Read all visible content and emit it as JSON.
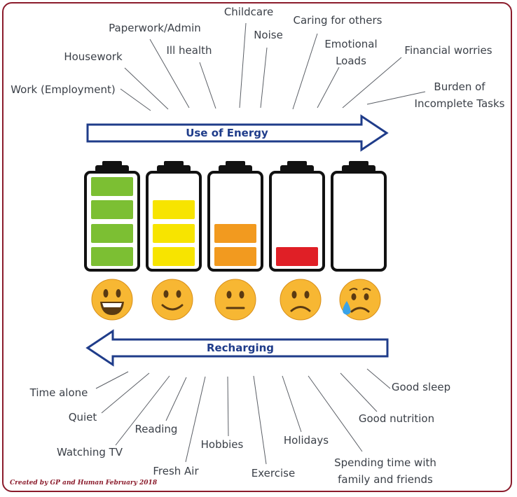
{
  "colors": {
    "border": "#8b1c2c",
    "arrow": "#1f3c8a",
    "green": "#7cbf33",
    "yellow": "#f7e400",
    "orange": "#f29a1f",
    "red": "#e01f26",
    "battery_outline": "#111111",
    "emoji_face": "#f7b733"
  },
  "use_arrow": {
    "label": "Use of Energy",
    "direction": "right"
  },
  "recharge_arrow": {
    "label": "Recharging",
    "direction": "left"
  },
  "drains": [
    {
      "lines": [
        "Work (Employment)"
      ]
    },
    {
      "lines": [
        "Housework"
      ]
    },
    {
      "lines": [
        "Paperwork/Admin"
      ]
    },
    {
      "lines": [
        "Ill health"
      ]
    },
    {
      "lines": [
        "Childcare"
      ]
    },
    {
      "lines": [
        "Noise"
      ]
    },
    {
      "lines": [
        "Caring for others"
      ]
    },
    {
      "lines": [
        "Emotional",
        "Loads"
      ]
    },
    {
      "lines": [
        "Financial worries"
      ]
    },
    {
      "lines": [
        "Burden of",
        "Incomplete Tasks"
      ]
    }
  ],
  "rechargers": [
    {
      "lines": [
        "Time alone"
      ]
    },
    {
      "lines": [
        "Quiet"
      ]
    },
    {
      "lines": [
        "Watching TV"
      ]
    },
    {
      "lines": [
        "Reading"
      ]
    },
    {
      "lines": [
        "Fresh Air"
      ]
    },
    {
      "lines": [
        "Hobbies"
      ]
    },
    {
      "lines": [
        "Exercise"
      ]
    },
    {
      "lines": [
        "Holidays"
      ]
    },
    {
      "lines": [
        "Spending time with",
        "family and friends"
      ]
    },
    {
      "lines": [
        "Good nutrition"
      ]
    },
    {
      "lines": [
        "Good sleep"
      ]
    }
  ],
  "batteries": [
    {
      "filled": 4,
      "color": "green",
      "emoji": "grinning-face"
    },
    {
      "filled": 3,
      "color": "yellow",
      "emoji": "slightly-smiling-face"
    },
    {
      "filled": 2,
      "color": "orange",
      "emoji": "neutral-face"
    },
    {
      "filled": 1,
      "color": "red",
      "emoji": "slightly-frowning-face"
    },
    {
      "filled": 0,
      "color": "none",
      "emoji": "crying-face"
    }
  ],
  "credit": "Created by GP and Human February 2018"
}
